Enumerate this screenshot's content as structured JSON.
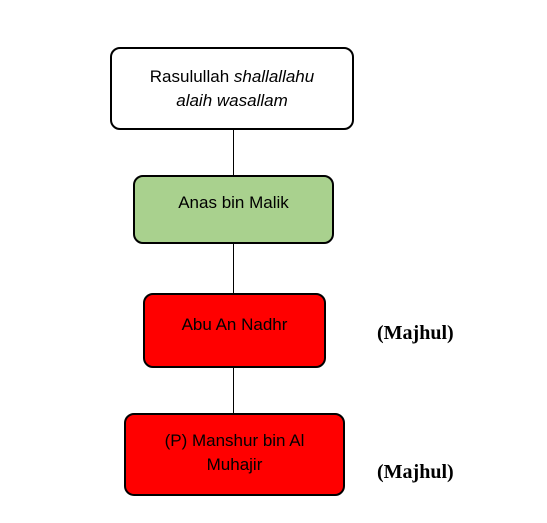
{
  "colors": {
    "box_white": "#ffffff",
    "box_green": "#a9d18e",
    "box_red": "#ff0000",
    "border": "#000000"
  },
  "nodes": [
    {
      "line1_plain": "Rasulullah ",
      "line1_italic": "shallallahu",
      "line2_italic": "alaih wasallam",
      "color": "#ffffff"
    },
    {
      "label": "Anas bin Malik",
      "color": "#a9d18e"
    },
    {
      "label": "Abu An Nadhr",
      "color": "#ff0000",
      "status": "(Majhul)"
    },
    {
      "line1": "(P) Manshur bin Al",
      "line2": "Muhajir",
      "color": "#ff0000",
      "status": "(Majhul)"
    }
  ]
}
